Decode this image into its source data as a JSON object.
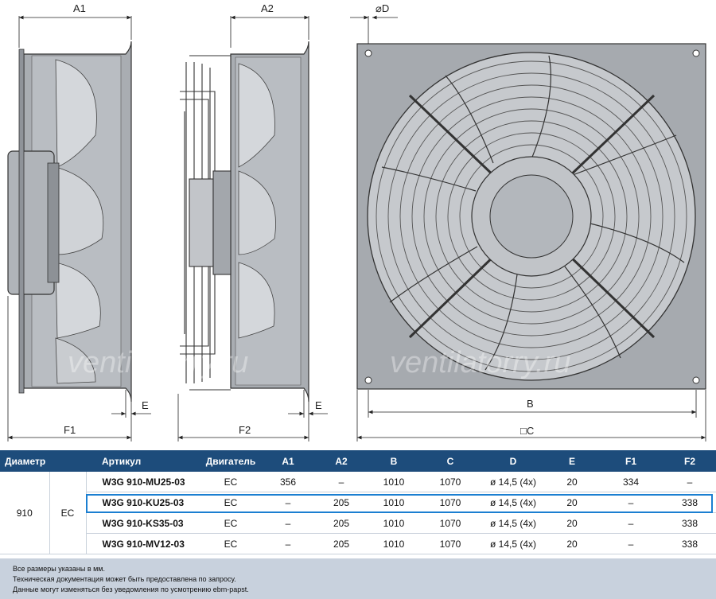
{
  "dimensions": {
    "A1": "A1",
    "A2": "A2",
    "D": "⌀D",
    "E": "E",
    "B": "B",
    "C": "□C",
    "F1": "F1",
    "F2": "F2"
  },
  "watermark": "ventilatorry.ru",
  "table": {
    "headers": [
      "Диаметр",
      "Артикул",
      "Двигатель",
      "A1",
      "A2",
      "B",
      "C",
      "D",
      "E",
      "F1",
      "F2"
    ],
    "diameter": "910",
    "motor_group": "EC",
    "rows": [
      {
        "article": "W3G 910-MU25-03",
        "motor": "EC",
        "A1": "356",
        "A2": "–",
        "B": "1010",
        "C": "1070",
        "D": "ø 14,5 (4x)",
        "E": "20",
        "F1": "334",
        "F2": "–"
      },
      {
        "article": "W3G 910-KU25-03",
        "motor": "EC",
        "A1": "–",
        "A2": "205",
        "B": "1010",
        "C": "1070",
        "D": "ø 14,5 (4x)",
        "E": "20",
        "F1": "–",
        "F2": "338"
      },
      {
        "article": "W3G 910-KS35-03",
        "motor": "EC",
        "A1": "–",
        "A2": "205",
        "B": "1010",
        "C": "1070",
        "D": "ø 14,5 (4x)",
        "E": "20",
        "F1": "–",
        "F2": "338"
      },
      {
        "article": "W3G 910-MV12-03",
        "motor": "EC",
        "A1": "–",
        "A2": "205",
        "B": "1010",
        "C": "1070",
        "D": "ø 14,5 (4x)",
        "E": "20",
        "F1": "–",
        "F2": "338"
      }
    ],
    "highlighted_row": 1
  },
  "notes": [
    "Все размеры указаны в мм.",
    "Техническая документация  может быть предоставлена по запросу.",
    "Данные могут изменяться без уведомления по усмотрению ebm-papst."
  ]
}
